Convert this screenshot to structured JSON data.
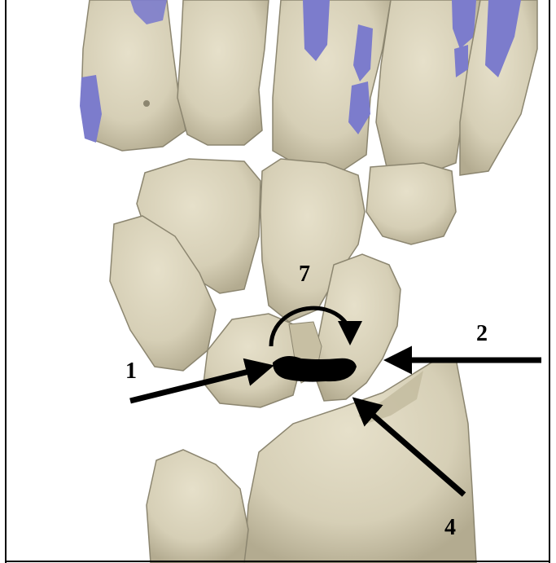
{
  "labels": {
    "one": "1",
    "two": "2",
    "four": "4",
    "seven": "7"
  },
  "colors": {
    "bone": "#d8d1b8",
    "bone_shadow": "#b9b196",
    "bone_outline": "#8c8670",
    "cartilage": "#7c7ccc",
    "arrow": "#000000",
    "frame": "#000000"
  }
}
